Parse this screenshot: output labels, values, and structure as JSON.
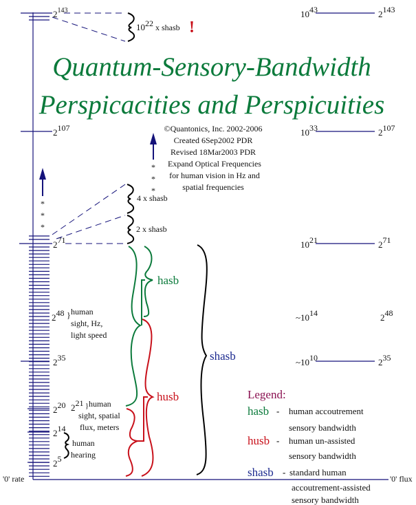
{
  "title": {
    "line1": "Quantum-Sensory-Bandwidth",
    "line2": "Perspicacities and Perspicuities"
  },
  "credits": [
    "©Quantonics, Inc. 2002-2006",
    "Created 6Sep2002  PDR",
    "Revised 18Mar2003  PDR",
    "Expand Optical Frequencies",
    "for human vision in Hz and",
    "spatial frequencies"
  ],
  "left_axis": {
    "labels": [
      {
        "base": "2",
        "exp": "143"
      },
      {
        "base": "2",
        "exp": "107"
      },
      {
        "base": "2",
        "exp": "71"
      },
      {
        "base": "2",
        "exp": "48"
      },
      {
        "base": "2",
        "exp": "35"
      },
      {
        "base": "2",
        "exp": "20"
      },
      {
        "base": "2",
        "exp": "21"
      },
      {
        "base": "2",
        "exp": "14"
      },
      {
        "base": "2",
        "exp": "5"
      }
    ],
    "origin_label": "'0' rate",
    "asterisk": "*"
  },
  "bottom_axis": {
    "end_label": "'0' flux"
  },
  "right_scale": [
    {
      "dec_base": "10",
      "dec_exp": "43",
      "bin_base": "2",
      "bin_exp": "143"
    },
    {
      "dec_base": "10",
      "dec_exp": "33",
      "bin_base": "2",
      "bin_exp": "107"
    },
    {
      "dec_base": "10",
      "dec_exp": "21",
      "bin_base": "2",
      "bin_exp": "71"
    },
    {
      "dec_base": "~10",
      "dec_exp": "14",
      "bin_base": "2",
      "bin_exp": "48"
    },
    {
      "dec_base": "~10",
      "dec_exp": "10",
      "bin_base": "2",
      "bin_exp": "35"
    }
  ],
  "annotations": {
    "top_mult_base": "10",
    "top_mult_exp": "22",
    "top_mult_rest": " x shasb",
    "exclaim": "!",
    "four_x": "4 x shasb",
    "two_x": "2 x shasb",
    "sight_hz": [
      "human",
      "sight, Hz,",
      "light speed"
    ],
    "sight_spatial": [
      "human",
      "sight, spatial",
      "flux, meters"
    ],
    "hearing": [
      "human",
      "hearing"
    ],
    "hasb": "hasb",
    "husb": "husb",
    "shasb": "shasb"
  },
  "legend": {
    "title": "Legend:",
    "items": [
      {
        "key": "hasb",
        "sep": "-",
        "desc": [
          "human accoutrement",
          "sensory bandwidth"
        ]
      },
      {
        "key": "husb",
        "sep": "-",
        "desc": [
          "human un-assisted",
          "sensory bandwidth"
        ]
      },
      {
        "key": "shasb",
        "sep": "-",
        "desc": [
          "standard human",
          "accoutrement-assisted",
          "sensory bandwidth"
        ]
      }
    ]
  },
  "colors": {
    "axis": "#14127a",
    "green": "#0b7a3b",
    "red": "#c8101a",
    "navy": "#1c2a8f",
    "maroon": "#8a1050"
  }
}
